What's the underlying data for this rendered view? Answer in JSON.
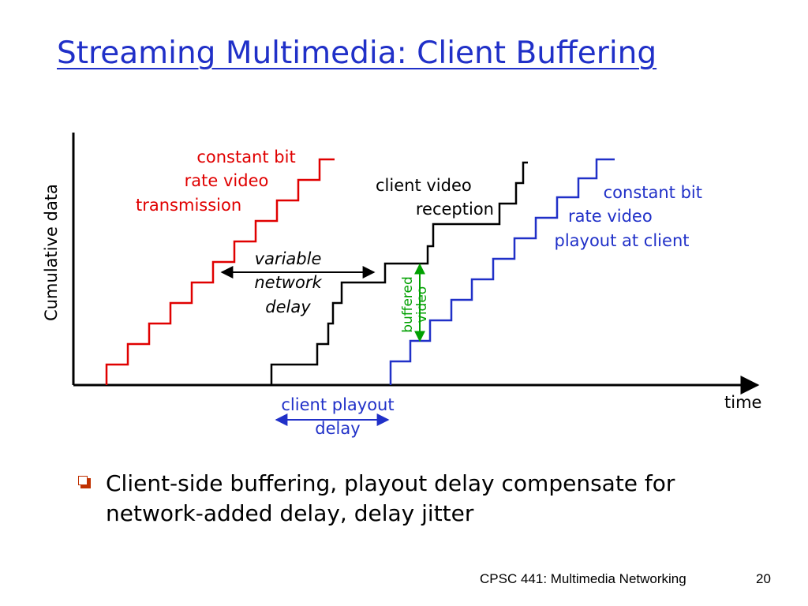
{
  "slide": {
    "title": "Streaming Multimedia:  Client Buffering",
    "bullet": "Client-side buffering, playout delay compensate for network-added delay, delay jitter",
    "footer_course": "CPSC 441: Multimedia Networking",
    "page_number": "20"
  },
  "diagram": {
    "y_axis_label": "Cumulative data",
    "x_axis_label": "time",
    "transmission_label": [
      "constant bit",
      "rate video",
      "transmission"
    ],
    "reception_label": [
      "client video",
      "reception"
    ],
    "playout_label": [
      "constant bit",
      "rate video",
      "playout at client"
    ],
    "network_delay_label": [
      "variable",
      "network",
      "delay"
    ],
    "playout_delay_label": [
      "client playout",
      "delay"
    ],
    "buffered_label": [
      "buffered",
      "video"
    ],
    "colors": {
      "transmission": "#e00000",
      "reception": "#000000",
      "playout": "#2030c8",
      "buffered": "#00a000",
      "title": "#2030c8",
      "bullet_marker": "#c03000"
    }
  }
}
